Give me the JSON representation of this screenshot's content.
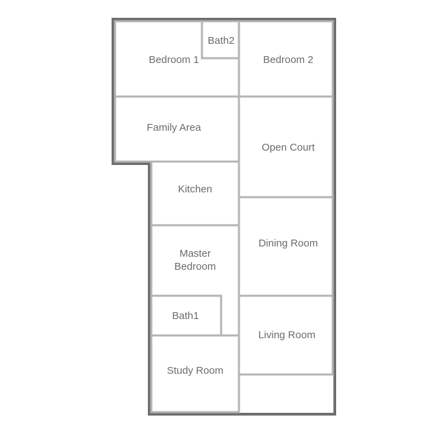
{
  "floorplan": {
    "rooms": {
      "bedroom1": "Bedroom 1",
      "bath2": "Bath2",
      "bedroom2": "Bedroom 2",
      "family_area": "Family Area",
      "open_court": "Open Court",
      "kitchen": "Kitchen",
      "master_bedroom_line1": "Master",
      "master_bedroom_line2": "Bedroom",
      "dining_room": "Dining Room",
      "bath1": "Bath1",
      "living_room": "Living Room",
      "study_room": "Study Room"
    },
    "colors": {
      "outer_wall": "#6e6e6e",
      "inner_wall": "#b4b4b4",
      "label": "#6b6b6b",
      "background": "#ffffff"
    }
  }
}
